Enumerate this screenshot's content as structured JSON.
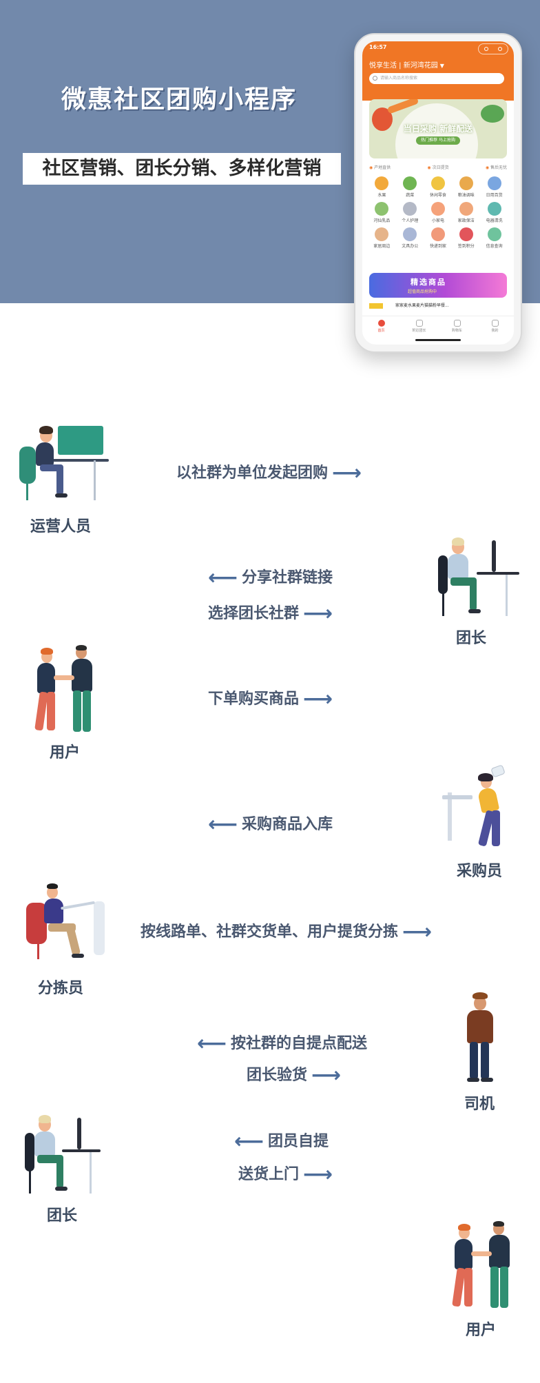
{
  "header": {
    "title": "微惠社区团购小程序",
    "subtitle": "社区营销、团长分销、多样化营销"
  },
  "phone": {
    "status_time": "16:57",
    "location": "悦享生活 | 新河湾花园",
    "search_placeholder": "请输入商品名称搜索",
    "banner_text": "当日采购 新鲜配送",
    "banner_button": "热门推荐 马上抢购",
    "features": [
      "产地直供",
      "次日提货",
      "售后无忧"
    ],
    "categories": [
      {
        "label": "水果",
        "color": "#f2a93b"
      },
      {
        "label": "蔬菜",
        "color": "#6fb552"
      },
      {
        "label": "休闲零食",
        "color": "#f0c441"
      },
      {
        "label": "粮油调味",
        "color": "#e9a94c"
      },
      {
        "label": "日用百货",
        "color": "#7aa6e0"
      },
      {
        "label": "河仙乳品",
        "color": "#8dc26f"
      },
      {
        "label": "个人护理",
        "color": "#b4b9c6"
      },
      {
        "label": "小家电",
        "color": "#f5a27a"
      },
      {
        "label": "家政保洁",
        "color": "#f0a77a"
      },
      {
        "label": "电器清洗",
        "color": "#5fb9b0"
      },
      {
        "label": "家居周边",
        "color": "#e6b48a"
      },
      {
        "label": "文具办公",
        "color": "#a9b7d6"
      },
      {
        "label": "快递到家",
        "color": "#f19a7a"
      },
      {
        "label": "签到积分",
        "color": "#e2555b"
      },
      {
        "label": "信息查询",
        "color": "#6fc39d"
      }
    ],
    "promo_title": "精选商品",
    "promo_sub": "超值商品抢购中",
    "news_text": "家家麦水果麦片猫猫粉早餐...",
    "tabs": [
      "首页",
      "附近团长",
      "购物车",
      "我的"
    ]
  },
  "roles": {
    "ops": "运营人员",
    "leader": "团长",
    "user": "用户",
    "buyer": "采购员",
    "sorter": "分拣员",
    "driver": "司机",
    "leader2": "团长",
    "user2": "用户"
  },
  "steps": {
    "s1": "以社群为单位发起团购",
    "s2": "分享社群链接",
    "s3": "选择团长社群",
    "s4": "下单购买商品",
    "s5": "采购商品入库",
    "s6": "按线路单、社群交货单、用户提货分拣",
    "s7": "按社群的自提点配送",
    "s8": "团长验货",
    "s9": "团员自提",
    "s10": "送货上门"
  },
  "arrows": {
    "right": "⟶",
    "left": "⟵"
  }
}
